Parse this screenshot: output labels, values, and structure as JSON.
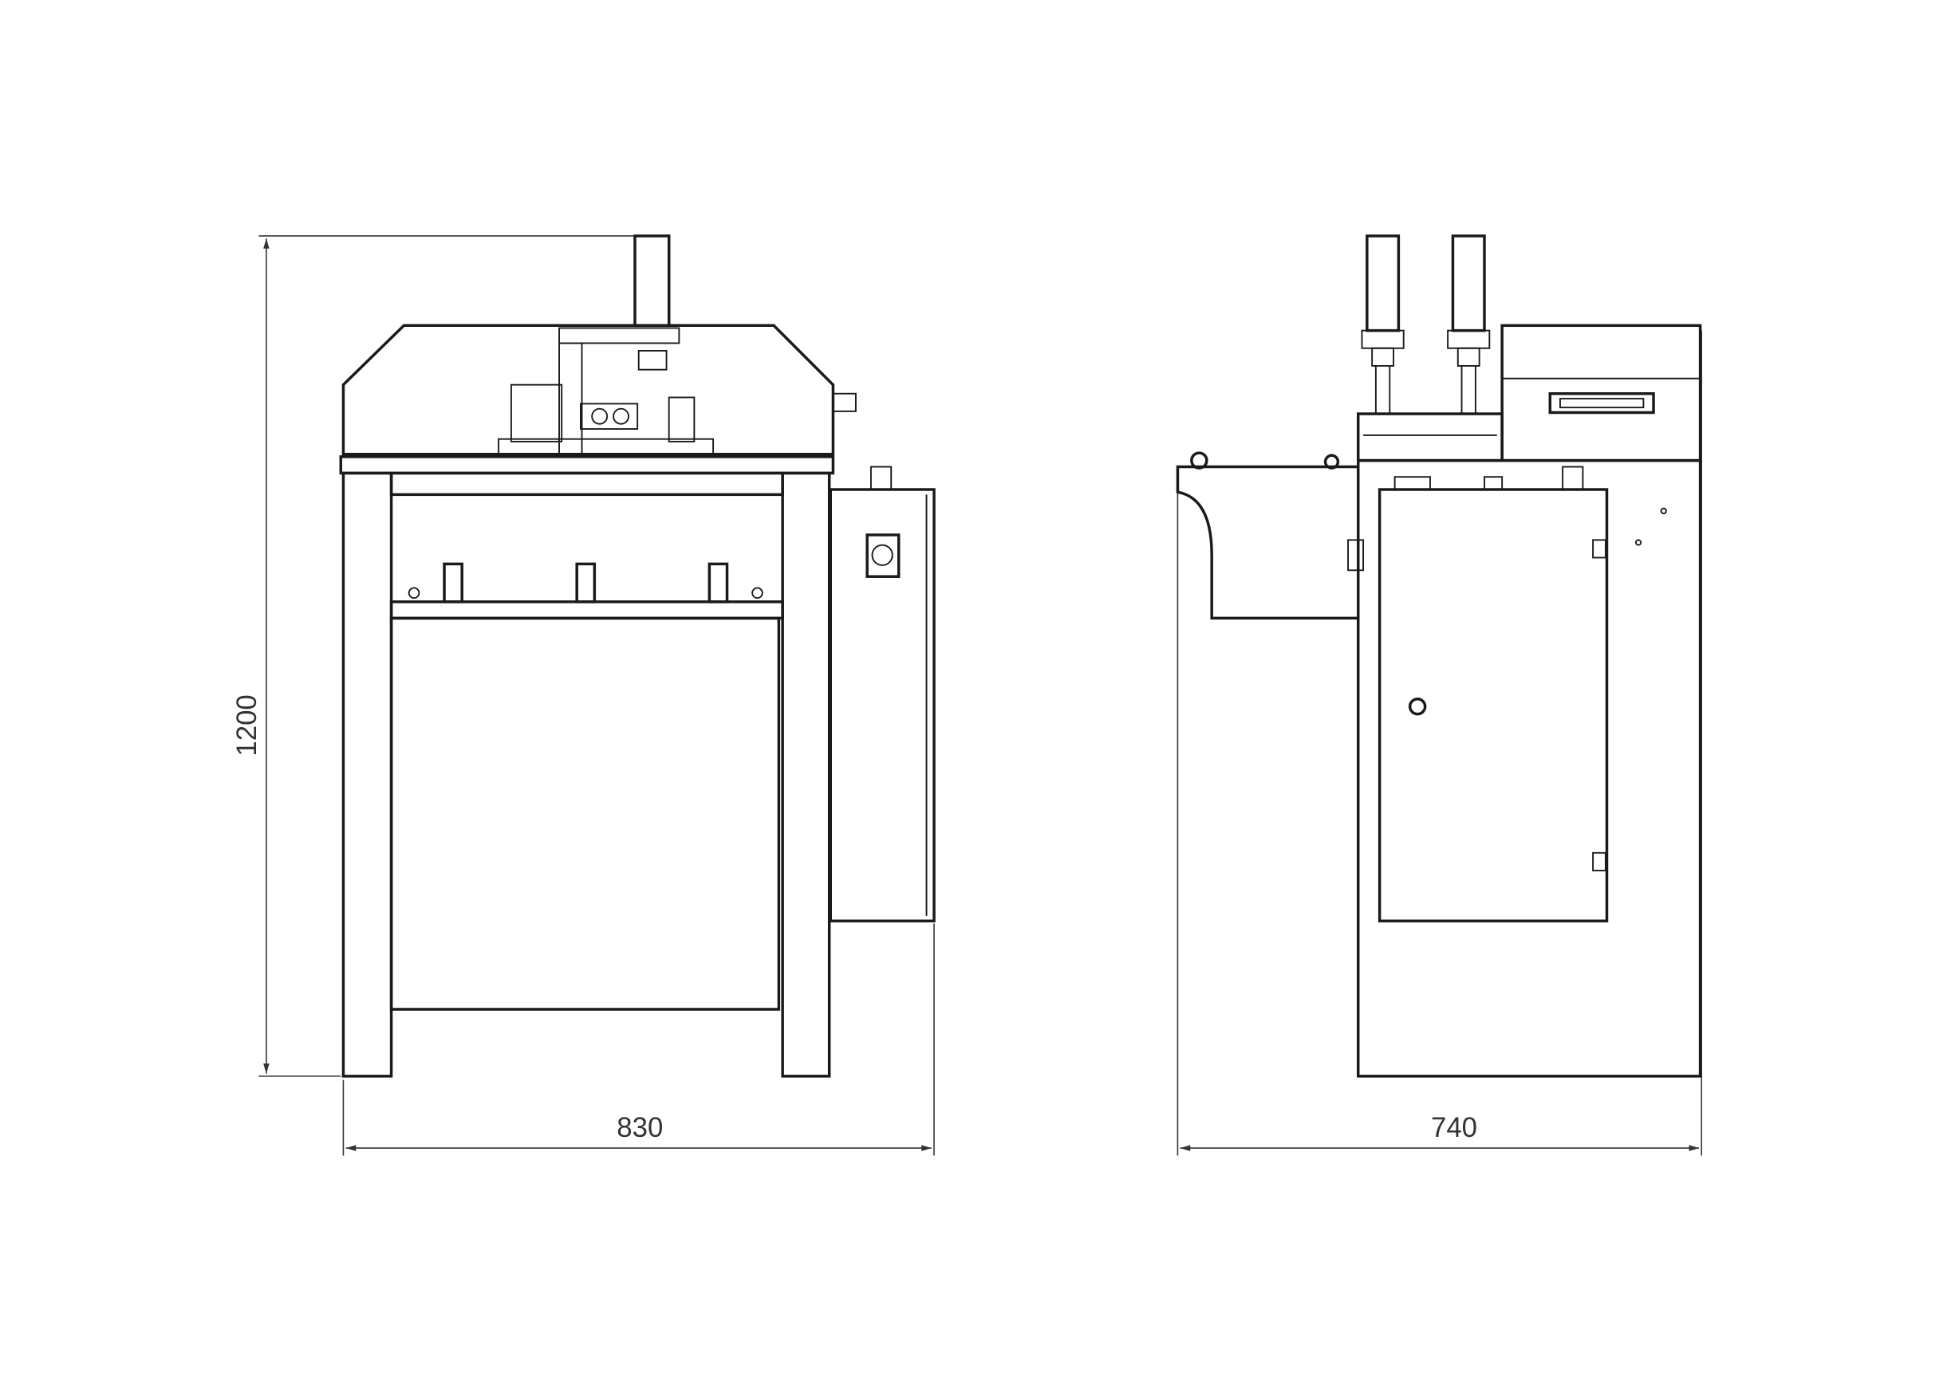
{
  "drawing": {
    "front_view": {
      "height_label": "1200",
      "width_label": "830"
    },
    "side_view": {
      "width_label": "740"
    }
  }
}
